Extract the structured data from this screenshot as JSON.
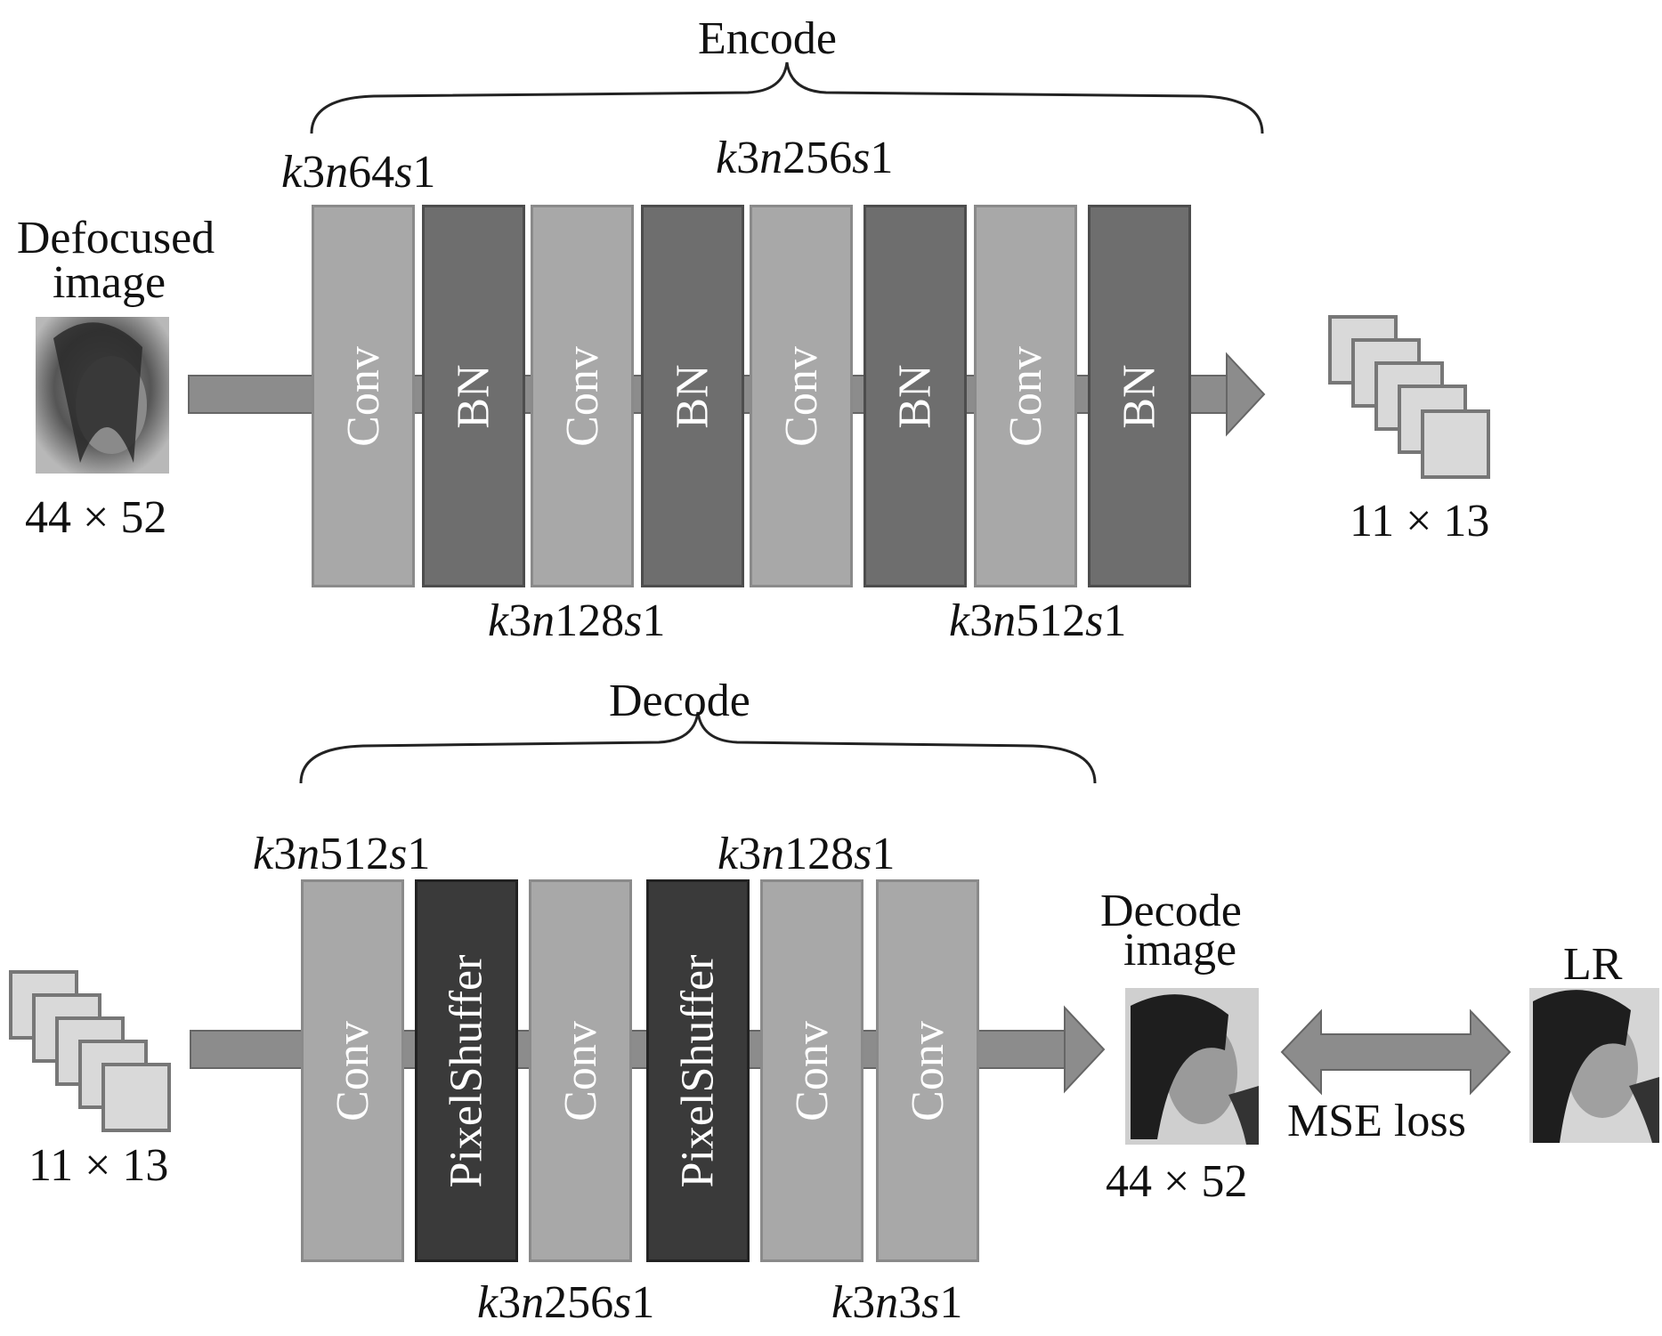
{
  "encode": {
    "title": "Encode",
    "input_label_line1": "Defocused",
    "input_label_line2": "image",
    "input_size": "44 × 52",
    "output_size": "11 × 13",
    "blocks": [
      "Conv",
      "BN",
      "Conv",
      "BN",
      "Conv",
      "BN",
      "Conv",
      "BN"
    ],
    "specs": [
      {
        "k": "k",
        "a": "3",
        "n": "n",
        "b": "64",
        "s": "s",
        "c": "1"
      },
      {
        "k": "k",
        "a": "3",
        "n": "n",
        "b": "256",
        "s": "s",
        "c": "1"
      },
      {
        "k": "k",
        "a": "3",
        "n": "n",
        "b": "128",
        "s": "s",
        "c": "1"
      },
      {
        "k": "k",
        "a": "3",
        "n": "n",
        "b": "512",
        "s": "s",
        "c": "1"
      }
    ]
  },
  "decode": {
    "title": "Decode",
    "input_size": "11 × 13",
    "output_label_line1": "Decode",
    "output_label_line2": "image",
    "output_size": "44 × 52",
    "lr_label": "LR",
    "loss_label": "MSE loss",
    "blocks": [
      "Conv",
      "PixelShuffer",
      "Conv",
      "PixelShuffer",
      "Conv",
      "Conv"
    ],
    "specs": [
      {
        "k": "k",
        "a": "3",
        "n": "n",
        "b": "512",
        "s": "s",
        "c": "1"
      },
      {
        "k": "k",
        "a": "3",
        "n": "n",
        "b": "128",
        "s": "s",
        "c": "1"
      },
      {
        "k": "k",
        "a": "3",
        "n": "n",
        "b": "256",
        "s": "s",
        "c": "1"
      },
      {
        "k": "k",
        "a": "3",
        "n": "n",
        "b": "3",
        "s": "s",
        "c": "1"
      }
    ]
  }
}
